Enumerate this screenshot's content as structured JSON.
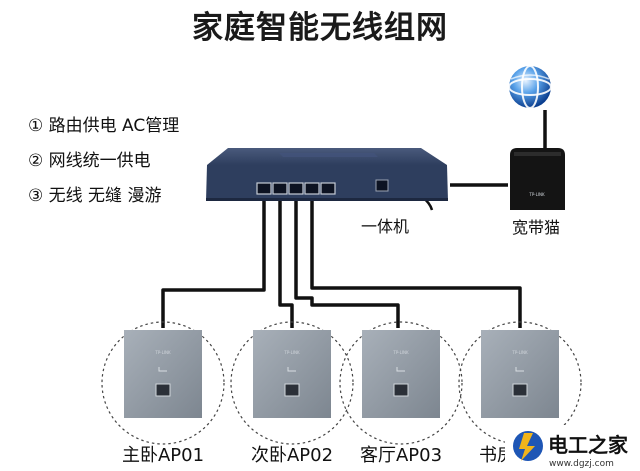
{
  "title": "家庭智能无线组网",
  "features": [
    "① 路由供电  AC管理",
    "② 网线统一供电",
    "③ 无线 无缝 漫游"
  ],
  "devices": {
    "router_label": "一体机",
    "modem_label": "宽带猫",
    "modem_brand": "TP-LINK",
    "panel_brand": "TP-LINK"
  },
  "access_points": [
    {
      "label": "主卧AP01"
    },
    {
      "label": "次卧AP02"
    },
    {
      "label": "客厅AP03"
    },
    {
      "label": "书房AP04"
    }
  ],
  "watermark": {
    "name": "电工之家",
    "url": "www.dgzj.com"
  },
  "colors": {
    "cable": "#111111",
    "router_body": "#2e3e5e",
    "panel": "#8f98a2",
    "watermark_accent": "#1e56b5"
  }
}
